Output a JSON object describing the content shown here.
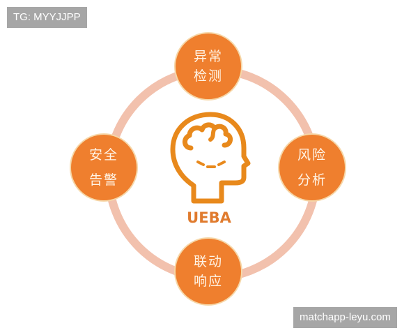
{
  "watermarks": {
    "top_left": "TG: MYYJJPP",
    "bottom_right": "matchapp-leyu.com"
  },
  "diagram": {
    "center_label": "UEBA",
    "center_icon": "head-brain-icon",
    "nodes": [
      {
        "position": "top",
        "line1": "异常",
        "line2": "检测"
      },
      {
        "position": "right",
        "line1": "风险",
        "line2": "分析"
      },
      {
        "position": "bottom",
        "line1": "联动",
        "line2": "响应"
      },
      {
        "position": "left",
        "line1": "安全",
        "line2": "告警"
      }
    ],
    "colors": {
      "node_fill": "#ef7f2e",
      "ring": "#f2c1ad",
      "icon": "#e8891c",
      "label": "#e07b2e"
    }
  }
}
